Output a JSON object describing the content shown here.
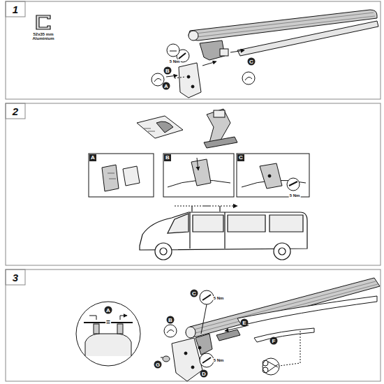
{
  "diagram": {
    "labels": [
      "1",
      "52x35 mm Aluminium",
      "5 Nm",
      "B",
      "C",
      "A",
      "2",
      "A",
      "B",
      "C",
      "5 Nm",
      "3",
      "A",
      "=",
      "C",
      "5 Nm",
      "B",
      "E",
      "F",
      "G",
      "5 Nm",
      "D"
    ]
  }
}
